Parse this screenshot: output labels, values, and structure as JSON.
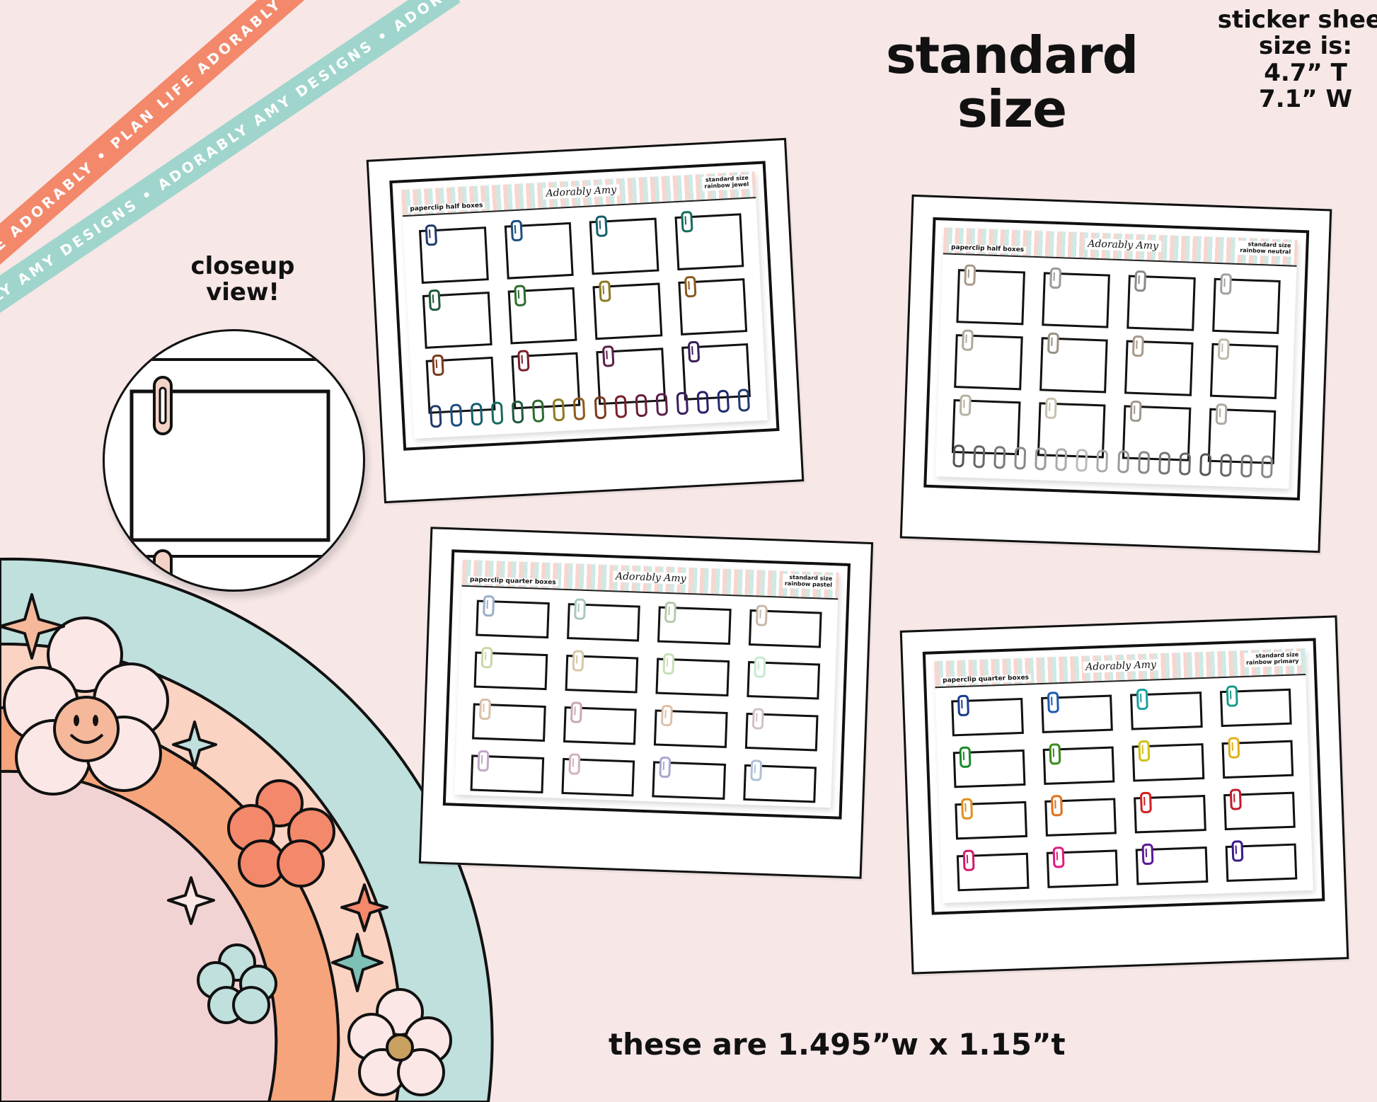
{
  "title": "standard\nsize",
  "title_line1": "standard",
  "title_line2": "size",
  "size_info": {
    "line1": "sticker sheet",
    "line2": "size is:",
    "line3": "4.7” T",
    "line4": "7.1” W"
  },
  "closeup": {
    "line1": "closeup",
    "line2": "view!"
  },
  "bottom_text": "these are 1.495”w x 1.15”t",
  "ribbons": {
    "orange": "PLAN LIFE ADORABLY • PLAN LIFE ADORABLY • PLAN LIFE ADO",
    "teal": "ADORABLY AMY DESIGNS • ADORABLY AMY DESIGNS • ADORABLY AMY DESIGNS • A"
  },
  "brand": "Adorably Amy",
  "sheets": [
    {
      "label": "paperclip half boxes",
      "size_line1": "standard size",
      "size_line2": "rainbow jewel",
      "clips": [
        "#1f3a6b",
        "#1b4e80",
        "#155f6e",
        "#166b5e",
        "#1e5a3a",
        "#2d6b2e",
        "#8a7a1e",
        "#8a5a1e",
        "#7a3a1e",
        "#7a1e2a",
        "#5a1e4a",
        "#3a1e5a"
      ],
      "row_clips": [
        "#1f3a6b",
        "#1b4e80",
        "#155f6e",
        "#166b5e",
        "#1e5a3a",
        "#2d6b2e",
        "#8a7a1e",
        "#8a5a1e",
        "#7a3a1e",
        "#7a1e2a",
        "#6a1e3a",
        "#5a1e4a",
        "#3a1e5a",
        "#2a1e6a",
        "#1e2a6a",
        "#1f3a6b"
      ]
    },
    {
      "label": "paperclip half boxes",
      "size_line1": "standard size",
      "size_line2": "rainbow neutral",
      "clips": [
        "#a89a8a",
        "#9a9a9a",
        "#8a8a8a",
        "#a0a0a0",
        "#b0a89a",
        "#9a9085",
        "#a89a8a",
        "#c0b8aa",
        "#b8b0a0",
        "#c8c0b0",
        "#a09890",
        "#b0a8a0"
      ],
      "row_clips": [
        "#555",
        "#666",
        "#777",
        "#888",
        "#999",
        "#aaa",
        "#bbb",
        "#aaa",
        "#999",
        "#888",
        "#777",
        "#666",
        "#555",
        "#666",
        "#777",
        "#888"
      ]
    },
    {
      "label": "paperclip quarter boxes",
      "size_line1": "standard size",
      "size_line2": "rainbow pastel",
      "clips": [
        "#9ab0c8",
        "#a8c8c0",
        "#b8c8a8",
        "#c8b8a8",
        "#c8d8a8",
        "#d8c8a8",
        "#c8e0b8",
        "#c8e8d0",
        "#d8c0a8",
        "#c8a8b8",
        "#e0c0a8",
        "#d0c0c8",
        "#c0a8c8",
        "#d0b0c0",
        "#a8a8d0",
        "#b0c0d8"
      ]
    },
    {
      "label": "paperclip quarter boxes",
      "size_line1": "standard size",
      "size_line2": "rainbow primary",
      "clips": [
        "#1a3a8a",
        "#1a5ab0",
        "#1aa0a0",
        "#1a9a8a",
        "#1a8a2a",
        "#3a8a1a",
        "#d0c01a",
        "#e0b01a",
        "#e0901a",
        "#e0701a",
        "#d02020",
        "#c01a2a",
        "#d01a6a",
        "#e01a80",
        "#5a1a9a",
        "#3a1a8a"
      ]
    }
  ],
  "colors": {
    "background": "#f7e7e7",
    "orange": "#f3886b",
    "teal": "#9fd5cc",
    "peach": "#fbd3c2",
    "pink": "#f2d3d3"
  }
}
